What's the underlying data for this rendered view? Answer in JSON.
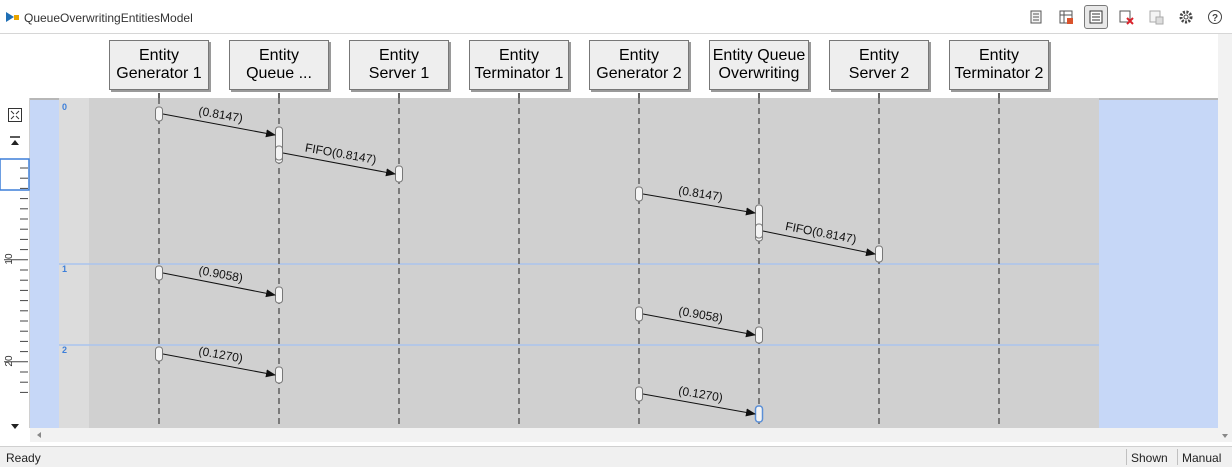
{
  "window": {
    "title": "QueueOverwritingEntitiesModel"
  },
  "toolbar": {
    "buttons": [
      {
        "name": "lifeline-info-button",
        "icon": "document-icon"
      },
      {
        "name": "table-button",
        "icon": "table-icon"
      },
      {
        "name": "message-table-button",
        "icon": "message-table-icon",
        "active": true
      },
      {
        "name": "clear-button",
        "icon": "clear-icon"
      },
      {
        "name": "export-button",
        "icon": "export-icon",
        "disabled": true
      },
      {
        "name": "settings-button",
        "icon": "gear-icon"
      },
      {
        "name": "help-button",
        "icon": "help-icon"
      }
    ]
  },
  "lifelines": [
    {
      "line1": "Entity",
      "line2": "Generator 1"
    },
    {
      "line1": "Entity",
      "line2": "Queue ..."
    },
    {
      "line1": "Entity",
      "line2": "Server 1"
    },
    {
      "line1": "Entity",
      "line2": "Terminator 1"
    },
    {
      "line1": "Entity",
      "line2": "Generator 2"
    },
    {
      "line1": "Entity Queue",
      "line2": "Overwriting"
    },
    {
      "line1": "Entity",
      "line2": "Server 2"
    },
    {
      "line1": "Entity",
      "line2": "Terminator 2"
    }
  ],
  "time_markers": [
    {
      "label": "0"
    },
    {
      "label": "1"
    },
    {
      "label": "2"
    }
  ],
  "ruler": {
    "labels": [
      "10",
      "20"
    ]
  },
  "messages": [
    {
      "from": 0,
      "to": 1,
      "label": "(0.8147)"
    },
    {
      "from": 1,
      "to": 2,
      "label": "FIFO(0.8147)"
    },
    {
      "from": 4,
      "to": 5,
      "label": "(0.8147)"
    },
    {
      "from": 5,
      "to": 6,
      "label": "FIFO(0.8147)"
    },
    {
      "from": 0,
      "to": 1,
      "label": "(0.9058)"
    },
    {
      "from": 4,
      "to": 5,
      "label": "(0.9058)"
    },
    {
      "from": 0,
      "to": 1,
      "label": "(0.1270)"
    },
    {
      "from": 4,
      "to": 5,
      "label": "(0.1270)"
    }
  ],
  "status": {
    "left": "Ready",
    "shown": "Shown",
    "mode": "Manual"
  },
  "colors": {
    "background": "#c6d7f7",
    "lane": "#d0d0d0",
    "lifeline_dash": "#666666",
    "time_marker": "#3d7fd9"
  }
}
